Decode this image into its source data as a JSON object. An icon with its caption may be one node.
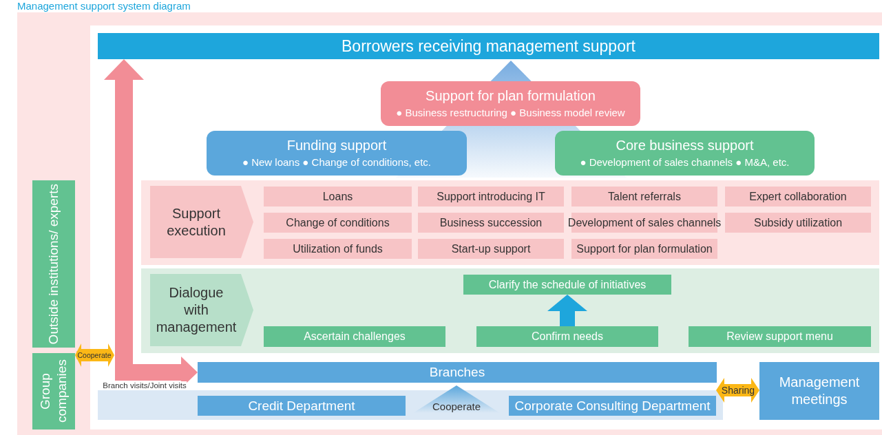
{
  "diagram": {
    "title": "Management support system diagram",
    "nodes": [
      {
        "text": [
          "Borrowers receiving management support"
        ]
      },
      {
        "text": [
          "Support for plan formulation",
          "● Business restructuring ● Business model review"
        ]
      },
      {
        "text": [
          "Funding support",
          "● New loans ● Change of conditions, etc."
        ]
      },
      {
        "text": [
          "Core business support",
          "● Development of sales channels ● M&A, etc."
        ]
      },
      {
        "text": [
          "Support execution"
        ]
      },
      {
        "text": [
          "Loans"
        ]
      },
      {
        "text": [
          "Support introducing IT"
        ]
      },
      {
        "text": [
          "Talent referrals"
        ]
      },
      {
        "text": [
          "Expert collaboration"
        ]
      },
      {
        "text": [
          "Change of conditions"
        ]
      },
      {
        "text": [
          "Business succession"
        ]
      },
      {
        "text": [
          "Development of sales channels"
        ]
      },
      {
        "text": [
          "Subsidy utilization"
        ]
      },
      {
        "text": [
          "Utilization of funds"
        ]
      },
      {
        "text": [
          "Start-up support"
        ]
      },
      {
        "text": [
          "Support for plan formulation"
        ]
      },
      {
        "text": [
          "Dialogue with management"
        ]
      },
      {
        "text": [
          "Clarify the schedule of initiatives"
        ]
      },
      {
        "text": [
          "Ascertain challenges"
        ]
      },
      {
        "text": [
          "Confirm needs"
        ]
      },
      {
        "text": [
          "Review support menu"
        ]
      },
      {
        "text": [
          "Outside institutions/ experts"
        ]
      },
      {
        "text": [
          "Group companies"
        ]
      },
      {
        "text": [
          "Branches"
        ]
      },
      {
        "text": [
          "Credit Department"
        ]
      },
      {
        "text": [
          "Corporate Consulting Department"
        ]
      },
      {
        "text": [
          "Management meetings"
        ]
      }
    ],
    "edges": [
      {
        "from": null,
        "to": 0,
        "arrow": "to",
        "color": "#f28d96"
      },
      {
        "from": null,
        "to": 23,
        "arrow": "to",
        "label": "Branch visits/Joint visits",
        "color": "#f28d96"
      },
      {
        "from": 22,
        "to": null,
        "arrow": "both",
        "label": "Cooperate",
        "color": "#fbb716"
      },
      {
        "from": 19,
        "to": 17,
        "arrow": "to",
        "color": "#1ea6dc"
      },
      {
        "from": 25,
        "to": 26,
        "arrow": "both",
        "label": "Sharing",
        "color": "#fbb716"
      }
    ],
    "labels": [
      "Cooperate"
    ]
  }
}
